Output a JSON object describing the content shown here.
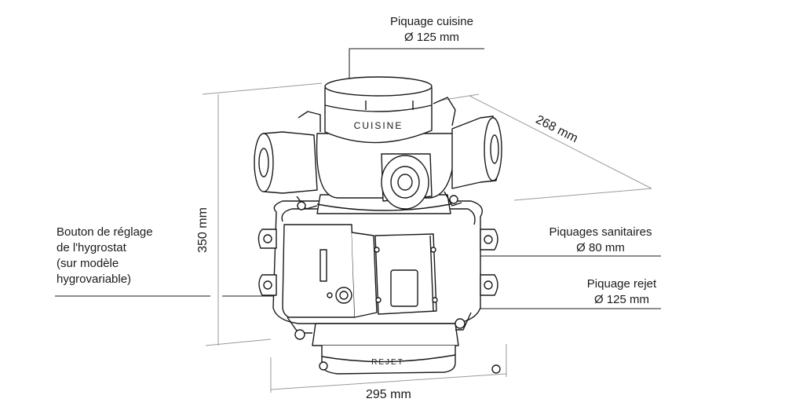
{
  "labels": {
    "piquage_cuisine": "Piquage cuisine",
    "piquage_cuisine_dim": "Ø 125 mm",
    "depth": "268 mm",
    "height": "350 mm",
    "width": "295 mm",
    "piquages_sanitaires": "Piquages sanitaires",
    "piquages_sanitaires_dim": "Ø 80 mm",
    "piquage_rejet": "Piquage rejet",
    "piquage_rejet_dim": "Ø 125 mm",
    "bouton_line1": "Bouton de réglage",
    "bouton_line2": "de l'hygrostat",
    "bouton_line3": "(sur modèle",
    "bouton_line4": "hygrovariable)"
  },
  "product_marks": {
    "top_outlet": "CUISINE",
    "bottom_outlet": "REJET"
  },
  "colors": {
    "line": "#1a1a1a",
    "dim": "#9a9a9a",
    "background": "#ffffff"
  }
}
